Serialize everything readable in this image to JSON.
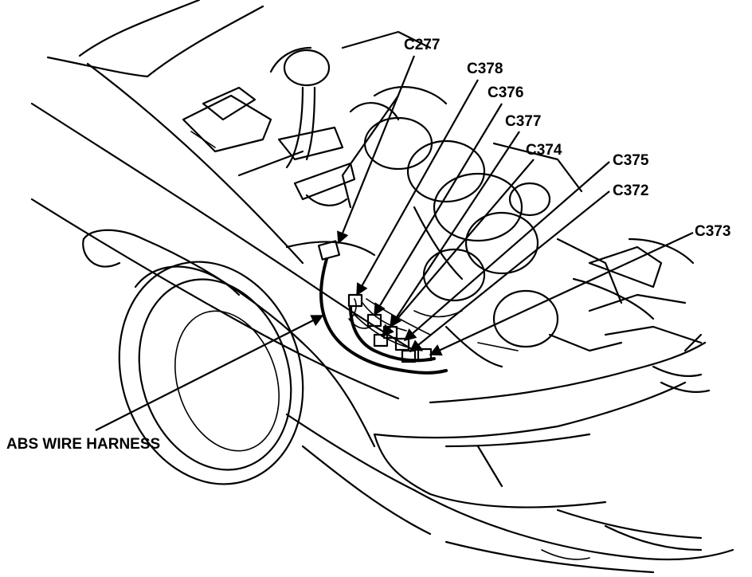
{
  "colors": {
    "ink": "#000000",
    "paper": "#ffffff"
  },
  "labels": {
    "harness": "ABS WIRE HARNESS",
    "connectors": [
      "C277",
      "C378",
      "C376",
      "C377",
      "C374",
      "C375",
      "C372",
      "C373"
    ]
  }
}
